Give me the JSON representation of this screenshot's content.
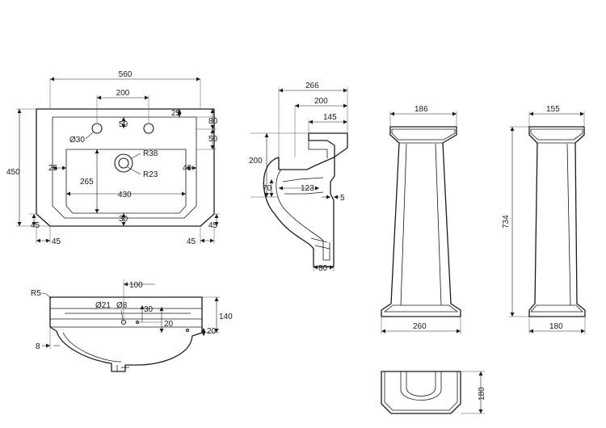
{
  "plan_view": {
    "overall_width": "560",
    "tap_hole_spacing": "200",
    "top_right_offset": "25",
    "tap_row_depth": "50",
    "right_top_50": "50",
    "right_80": "80",
    "tap_hole_diameter": "Ø30",
    "waste_outer_radius": "R38",
    "waste_inner_radius": "R23",
    "overall_depth": "450",
    "left_inset": "25",
    "right_inset": "40",
    "bowl_depth": "265",
    "bowl_width": "430",
    "front_30": "30",
    "left_45_vertical": "45",
    "right_45_vertical": "45",
    "left_45_horizontal": "45",
    "right_45_horizontal": "45"
  },
  "side_section": {
    "overall_depth": "266",
    "depth_200": "200",
    "depth_145": "145",
    "height_200": "200",
    "height_70": "70",
    "dim_123": "123",
    "dim_5": "5",
    "foot_80": "80"
  },
  "pedestal_front": {
    "top_width": "186",
    "base_width": "260"
  },
  "pedestal_side": {
    "top_width": "155",
    "height": "734",
    "base_width": "180"
  },
  "pedestal_plan": {
    "depth": "180"
  },
  "basin_elevation": {
    "radius": "R5",
    "offset_100": "100",
    "overflow_diameter": "Ø21",
    "overflow_small": "Ø8",
    "dim_30": "30",
    "dim_20_inner": "20",
    "dim_140": "140",
    "dim_20_outer": "20",
    "dim_8": "8"
  }
}
